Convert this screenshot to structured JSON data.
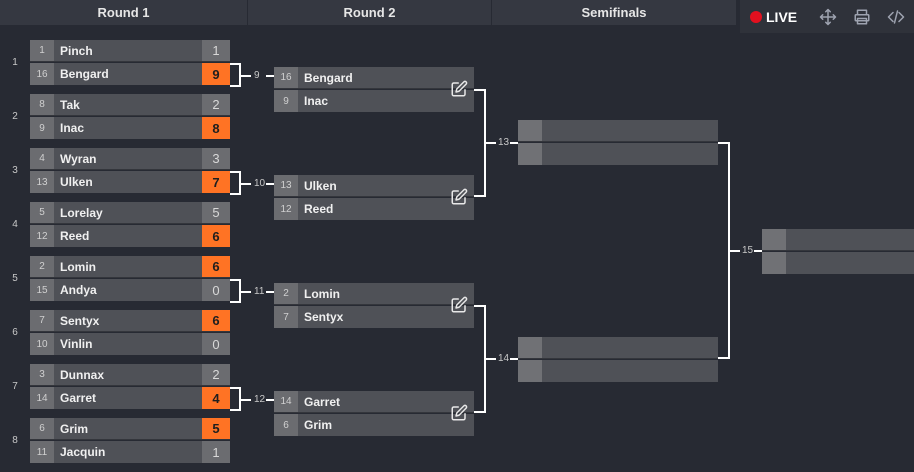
{
  "rounds": [
    {
      "label": "Round 1"
    },
    {
      "label": "Round 2"
    },
    {
      "label": "Semifinals"
    }
  ],
  "toolbar": {
    "live_label": "LIVE",
    "icons": [
      "move-icon",
      "print-icon",
      "embed-code-icon"
    ]
  },
  "colors": {
    "winner": "#ff7324",
    "live": "#e3101f",
    "background": "#272a33"
  },
  "round1": {
    "side_numbers": [
      "1",
      "2",
      "3",
      "4",
      "5",
      "6",
      "7",
      "8"
    ],
    "group_numbers": [
      "9",
      "10",
      "11",
      "12"
    ],
    "matches": [
      {
        "p1": {
          "seed": "1",
          "name": "Pinch",
          "score": "1"
        },
        "p2": {
          "seed": "16",
          "name": "Bengard",
          "score": "9"
        },
        "winner": 2
      },
      {
        "p1": {
          "seed": "8",
          "name": "Tak",
          "score": "2"
        },
        "p2": {
          "seed": "9",
          "name": "Inac",
          "score": "8"
        },
        "winner": 2
      },
      {
        "p1": {
          "seed": "4",
          "name": "Wyran",
          "score": "3"
        },
        "p2": {
          "seed": "13",
          "name": "Ulken",
          "score": "7"
        },
        "winner": 2
      },
      {
        "p1": {
          "seed": "5",
          "name": "Lorelay",
          "score": "5"
        },
        "p2": {
          "seed": "12",
          "name": "Reed",
          "score": "6"
        },
        "winner": 2
      },
      {
        "p1": {
          "seed": "2",
          "name": "Lomin",
          "score": "6"
        },
        "p2": {
          "seed": "15",
          "name": "Andya",
          "score": "0"
        },
        "winner": 1
      },
      {
        "p1": {
          "seed": "7",
          "name": "Sentyx",
          "score": "6"
        },
        "p2": {
          "seed": "10",
          "name": "Vinlin",
          "score": "0"
        },
        "winner": 1
      },
      {
        "p1": {
          "seed": "3",
          "name": "Dunnax",
          "score": "2"
        },
        "p2": {
          "seed": "14",
          "name": "Garret",
          "score": "4"
        },
        "winner": 2
      },
      {
        "p1": {
          "seed": "6",
          "name": "Grim",
          "score": "5"
        },
        "p2": {
          "seed": "11",
          "name": "Jacquin",
          "score": "1"
        },
        "winner": 1
      }
    ]
  },
  "round2": {
    "group_numbers": [
      "13",
      "14"
    ],
    "matches": [
      {
        "p1": {
          "seed": "16",
          "name": "Bengard"
        },
        "p2": {
          "seed": "9",
          "name": "Inac"
        }
      },
      {
        "p1": {
          "seed": "13",
          "name": "Ulken"
        },
        "p2": {
          "seed": "12",
          "name": "Reed"
        }
      },
      {
        "p1": {
          "seed": "2",
          "name": "Lomin"
        },
        "p2": {
          "seed": "7",
          "name": "Sentyx"
        }
      },
      {
        "p1": {
          "seed": "14",
          "name": "Garret"
        },
        "p2": {
          "seed": "6",
          "name": "Grim"
        }
      }
    ]
  },
  "semifinals": {
    "group_number": "15"
  }
}
